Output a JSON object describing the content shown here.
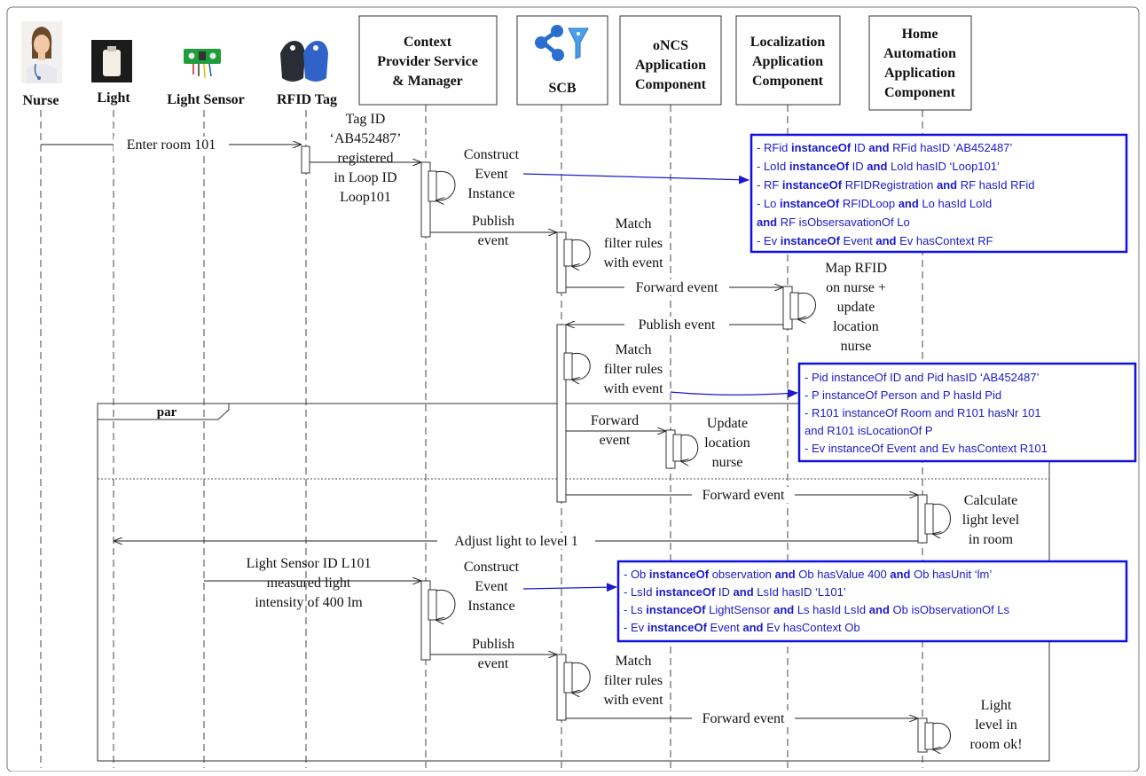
{
  "participants": [
    {
      "id": "nurse",
      "label": [
        "Nurse"
      ]
    },
    {
      "id": "light",
      "label": [
        "Light"
      ]
    },
    {
      "id": "sensor",
      "label": [
        "Light Sensor"
      ]
    },
    {
      "id": "rfid",
      "label": [
        "RFID Tag"
      ]
    },
    {
      "id": "cpsm",
      "label": [
        "Context",
        "Provider Service",
        "& Manager"
      ]
    },
    {
      "id": "scb",
      "label": [
        "SCB"
      ]
    },
    {
      "id": "oncs",
      "label": [
        "oNCS",
        "Application",
        "Component"
      ]
    },
    {
      "id": "loc",
      "label": [
        "Localization",
        "Application",
        "Component"
      ]
    },
    {
      "id": "home",
      "label": [
        "Home",
        "Automation",
        "Application",
        "Component"
      ]
    }
  ],
  "messages": {
    "enter_room": "Enter room 101",
    "tag_registered": [
      "Tag ID",
      "‘AB452487’",
      "registered",
      "in Loop ID",
      "Loop101"
    ],
    "construct_event_1": [
      "Construct",
      "Event",
      "Instance"
    ],
    "publish_event_1": [
      "Publish",
      "event"
    ],
    "match_rules_1": [
      "Match",
      "filter rules",
      "with event"
    ],
    "forward_event_loc": "Forward event",
    "map_rfid": [
      "Map RFID",
      "on nurse +",
      "update",
      "location",
      "nurse"
    ],
    "publish_event_loc": "Publish event",
    "match_rules_2": [
      "Match",
      "filter rules",
      "with event"
    ],
    "par_label": "par",
    "forward_event_oncs": [
      "Forward",
      "event"
    ],
    "update_location": [
      "Update",
      "location",
      "nurse"
    ],
    "forward_event_home": "Forward event",
    "calculate_light": [
      "Calculate",
      "light level",
      "in room"
    ],
    "adjust_light": "Adjust light to level 1",
    "sensor_measured": [
      "Light Sensor ID L101",
      "measured light",
      "intensity of 400 lm"
    ],
    "construct_event_2": [
      "Construct",
      "Event",
      "Instance"
    ],
    "publish_event_2": [
      "Publish",
      "event"
    ],
    "match_rules_3": [
      "Match",
      "filter rules",
      "with event"
    ],
    "forward_event_home_2": "Forward event",
    "light_ok": [
      "Light",
      "level in",
      "room ok!"
    ]
  },
  "notes": {
    "rfid_note": [
      [
        {
          "t": "- RFid ",
          "b": false
        },
        {
          "t": "instanceOf",
          "b": true
        },
        {
          "t": " ID ",
          "b": false
        },
        {
          "t": "and",
          "b": true
        },
        {
          "t": " RFid hasID ‘AB452487’",
          "b": false
        }
      ],
      [
        {
          "t": "- LoId ",
          "b": false
        },
        {
          "t": "instanceOf",
          "b": true
        },
        {
          "t": " ID ",
          "b": false
        },
        {
          "t": "and",
          "b": true
        },
        {
          "t": " LoId hasID ‘Loop101’",
          "b": false
        }
      ],
      [
        {
          "t": "- RF ",
          "b": false
        },
        {
          "t": "instanceOf",
          "b": true
        },
        {
          "t": " RFIDRegistration ",
          "b": false
        },
        {
          "t": "and",
          "b": true
        },
        {
          "t": " RF hasId RFid",
          "b": false
        }
      ],
      [
        {
          "t": "- Lo ",
          "b": false
        },
        {
          "t": "instanceOf",
          "b": true
        },
        {
          "t": " RFIDLoop ",
          "b": false
        },
        {
          "t": "and",
          "b": true
        },
        {
          "t": " Lo hasId LoId",
          "b": false
        }
      ],
      [
        {
          "t": "and",
          "b": true
        },
        {
          "t": " RF isObsersavationOf Lo",
          "b": false
        }
      ],
      [
        {
          "t": "- Ev ",
          "b": false
        },
        {
          "t": "instanceOf",
          "b": true
        },
        {
          "t": " Event ",
          "b": false
        },
        {
          "t": "and",
          "b": true
        },
        {
          "t": " Ev hasContext RF",
          "b": false
        }
      ]
    ],
    "location_note": [
      [
        {
          "t": "- Pid instanceOf ID and Pid hasID ‘AB452487’",
          "b": false
        }
      ],
      [
        {
          "t": "- P instanceOf Person and P hasId Pid",
          "b": false
        }
      ],
      [
        {
          "t": "- R101 instanceOf Room and R101 hasNr 101",
          "b": false
        }
      ],
      [
        {
          "t": "and R101 isLocationOf P",
          "b": false
        }
      ],
      [
        {
          "t": "- Ev instanceOf Event and Ev hasContext R101",
          "b": false
        }
      ]
    ],
    "light_note": [
      [
        {
          "t": "- Ob ",
          "b": false
        },
        {
          "t": "instanceOf",
          "b": true
        },
        {
          "t": " observation ",
          "b": false
        },
        {
          "t": "and",
          "b": true
        },
        {
          "t": " Ob hasValue 400 ",
          "b": false
        },
        {
          "t": "and",
          "b": true
        },
        {
          "t": " Ob hasUnit ‘lm’",
          "b": false
        }
      ],
      [
        {
          "t": "- LsId ",
          "b": false
        },
        {
          "t": "instanceOf",
          "b": true
        },
        {
          "t": " ID ",
          "b": false
        },
        {
          "t": "and",
          "b": true
        },
        {
          "t": " LsId hasID ‘L101’",
          "b": false
        }
      ],
      [
        {
          "t": "- Ls ",
          "b": false
        },
        {
          "t": "instanceOf",
          "b": true
        },
        {
          "t": " LightSensor ",
          "b": false
        },
        {
          "t": "and",
          "b": true
        },
        {
          "t": " Ls hasId LsId ",
          "b": false
        },
        {
          "t": "and",
          "b": true
        },
        {
          "t": " Ob isObservationOf Ls",
          "b": false
        }
      ],
      [
        {
          "t": "- Ev ",
          "b": false
        },
        {
          "t": "instanceOf",
          "b": true
        },
        {
          "t": " Event ",
          "b": false
        },
        {
          "t": "and",
          "b": true
        },
        {
          "t": " Ev hasContext Ob",
          "b": false
        }
      ]
    ]
  },
  "colors": {
    "note_border": "#1010e0",
    "note_text": "#1a1acc",
    "note_arrow": "#1a1acc",
    "line": "#222222"
  },
  "icons": {
    "nurse": "nurse-photo-icon",
    "light": "light-bulb-icon",
    "sensor": "light-sensor-board-icon",
    "rfid": "rfid-keyfob-icon",
    "scb": "scb-network-icon"
  }
}
